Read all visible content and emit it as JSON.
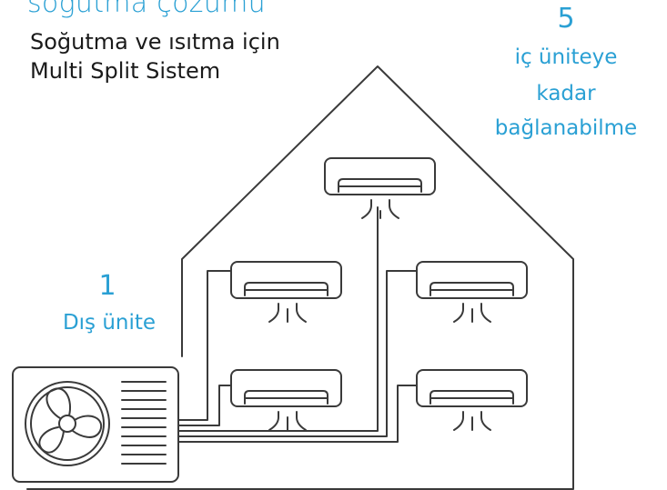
{
  "colors": {
    "accent": "#2aa0d4",
    "line": "#3a3a3a",
    "text": "#1a1a1a"
  },
  "header": {
    "title": "soğutma çözümü",
    "subtitle_line1": "Soğutma ve ısıtma için",
    "subtitle_line2": "Multi Split Sistem"
  },
  "indoor_callout": {
    "number": "5",
    "line1": "iç üniteye",
    "line2": "kadar",
    "line3": "bağlanabilme"
  },
  "outdoor_callout": {
    "number": "1",
    "label": "Dış ünite"
  },
  "icons": {
    "outdoor_unit": "outdoor-unit-fan-icon",
    "indoor_unit": "wall-mounted-ac-icon",
    "airflow": "airflow-icon",
    "house": "house-outline-icon"
  }
}
